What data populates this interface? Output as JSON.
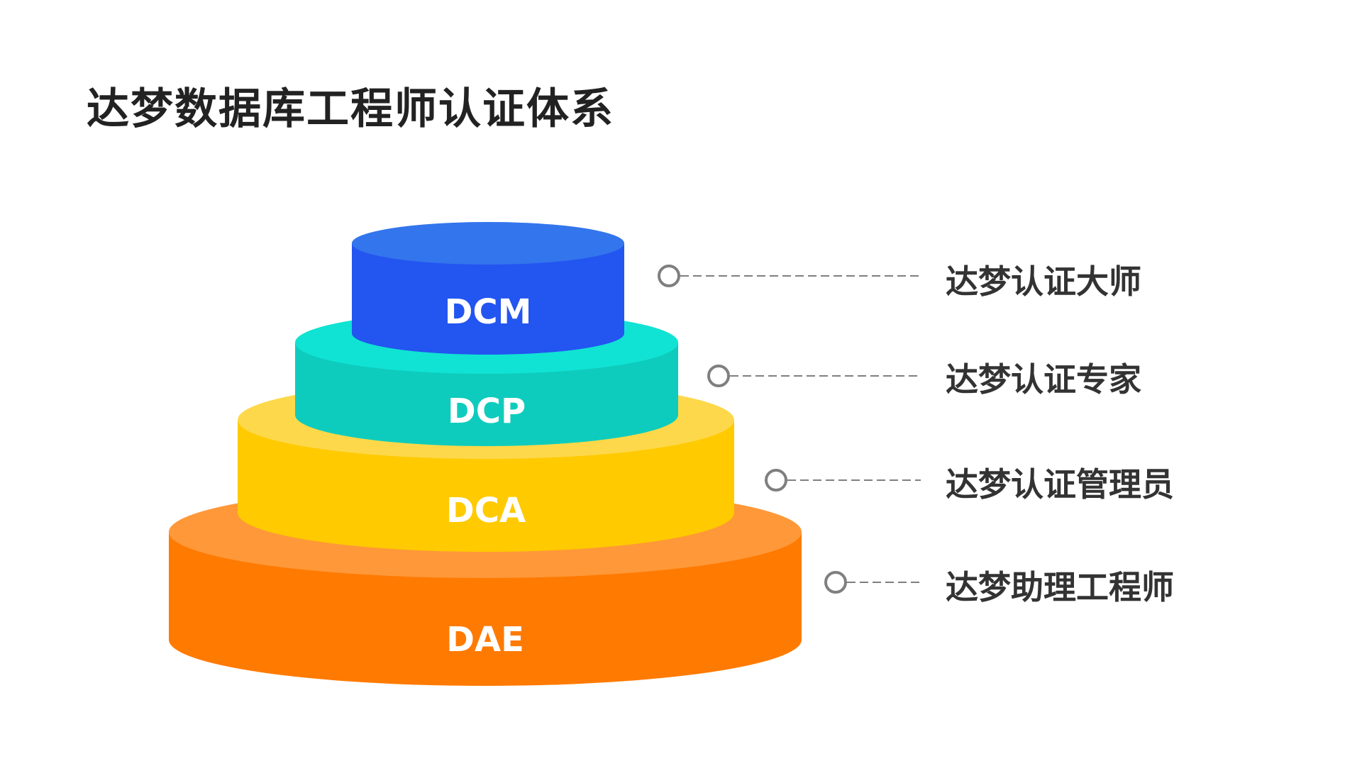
{
  "title": "达梦数据库工程师认证体系",
  "tiers": [
    {
      "code": "DCM",
      "name": "达梦认证大师",
      "top_color": "#3375EC",
      "side_color": "#2355F0"
    },
    {
      "code": "DCP",
      "name": "达梦认证专家",
      "top_color": "#10E3D3",
      "side_color": "#0ECCBD"
    },
    {
      "code": "DCA",
      "name": "达梦认证管理员",
      "top_color": "#FDD84A",
      "side_color": "#FFCA00"
    },
    {
      "code": "DAE",
      "name": "达梦助理工程师",
      "top_color": "#FF9838",
      "side_color": "#FF7A00"
    }
  ],
  "connector_color": "#7F7F7F"
}
